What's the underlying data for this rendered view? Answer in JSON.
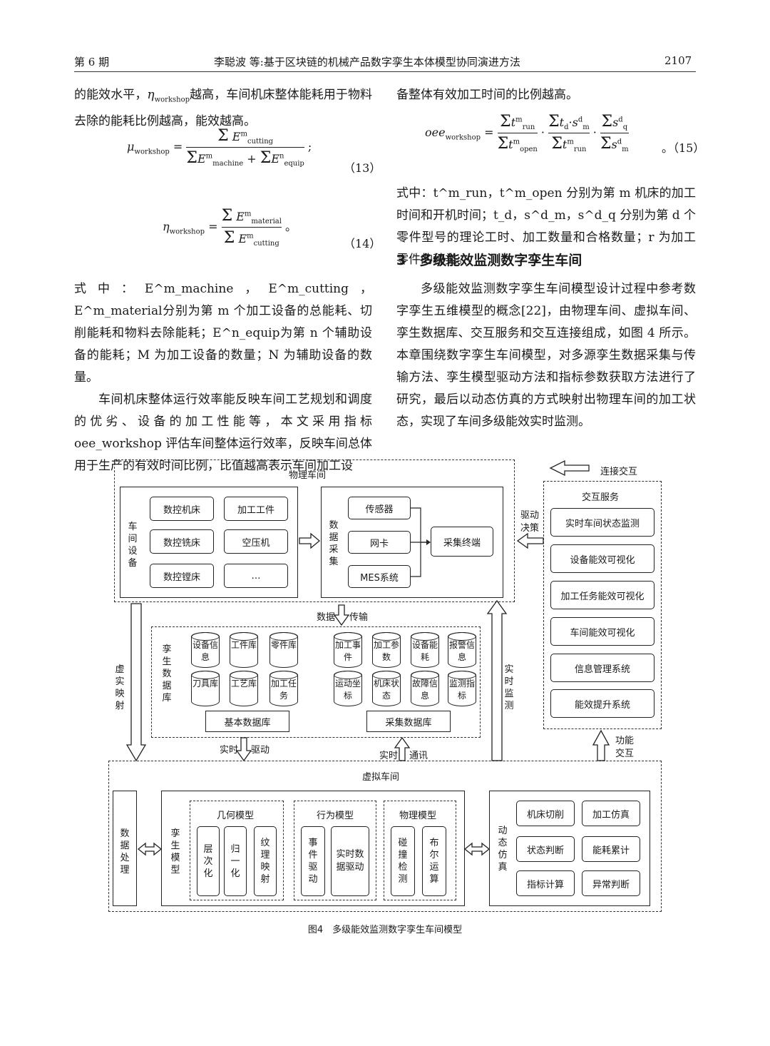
{
  "header": {
    "issue": "第 6 期",
    "title": "李聪波 等:基于区块链的机械产品数字孪生本体模型协同演进方法",
    "page": "2107"
  },
  "left_col": {
    "p1a": "的能效水平，",
    "p1b": "越高，车间机床整体能耗用于物料去除的能耗比例越高，能效越高。",
    "eq13_num": "（13）",
    "eq14_num": "（14）",
    "p2": "式中：E^m_machine，E^m_cutting，E^m_material分别为第 m 个加工设备的总能耗、切削能耗和物料去除能耗；E^n_equip为第 n 个辅助设备的能耗；M 为加工设备的数量；N 为辅助设备的数量。",
    "p3": "车间机床整体运行效率能反映车间工艺规划和调度的优劣、设备的加工性能等，本文采用指标 oee_workshop 评估车间整体运行效率，反映车间总体用于生产的有效时间比例，比值越高表示车间加工设"
  },
  "right_col": {
    "p1": "备整体有效加工时间的比例越高。",
    "eq15_num": "。（15）",
    "p2": "式中：t^m_run，t^m_open 分别为第 m 机床的加工时间和开机时间；t_d，s^d_m，s^d_q 分别为第 d 个零件型号的理论工时、加工数量和合格数量；r 为加工零件的种类。",
    "section_title": "3　多级能效监测数字孪生车间",
    "p3": "多级能效监测数字孪生车间模型设计过程中参考数字孪生五维模型的概念[22]，由物理车间、虚拟车间、孪生数据库、交互服务和交互连接组成，如图 4 所示。本章围绕数字孪生车间模型，对多源孪生数据采集与传输方法、孪生模型驱动方法和指标参数获取方法进行了研究，最后以动态仿真的方式映射出物理车间的加工状态，实现了车间多级能效实时监测。"
  },
  "figure": {
    "physical": "物理车间",
    "workshop_equip": "车间设备",
    "equip": [
      "数控机床",
      "加工工件",
      "数控铣床",
      "空压机",
      "数控镗床",
      "…"
    ],
    "data_collect": "数据采集",
    "collect_items": [
      "传感器",
      "网卡",
      "MES系统"
    ],
    "collect_terminal": "采集终端",
    "connect": "连接交互",
    "drive": "驱动决策",
    "service": "交互服务",
    "service_items": [
      "实时车间状态监测",
      "设备能效可视化",
      "加工任务能效可视化",
      "车间能效可视化",
      "信息管理系统",
      "能效提升系统"
    ],
    "data_transfer_a": "数据",
    "data_transfer_b": "传输",
    "virtual_map": "虚实映射",
    "realtime_monitor": "实时监测",
    "twin_db": "孪生数据库",
    "base_db_items": [
      "设备信息",
      "工件库",
      "零件库",
      "刀具库",
      "工艺库",
      "加工任务"
    ],
    "collect_db_items": [
      "加工事件",
      "加工参数",
      "设备能耗",
      "报警信息",
      "运动坐标",
      "机床状态",
      "故障信息",
      "监测指标"
    ],
    "base_db": "基本数据库",
    "collect_db": "采集数据库",
    "rt_drive_a": "实时",
    "rt_drive_b": "驱动",
    "rt_comm_a": "实时",
    "rt_comm_b": "通讯",
    "func_interact": "功能交互",
    "virtual": "虚拟车间",
    "data_proc": "数据处理",
    "twin_model": "孪生模型",
    "geo_model": "几何模型",
    "geo_items": [
      "层次化",
      "归一化",
      "纹理映射"
    ],
    "beh_model": "行为模型",
    "beh_items": [
      "事件驱动",
      "实时数据驱动"
    ],
    "phy_model": "物理模型",
    "phy_items": [
      "碰撞检测",
      "布尔运算"
    ],
    "dyn_sim": "动态仿真",
    "sim_items": [
      "机床切削",
      "加工仿真",
      "状态判断",
      "能耗累计",
      "指标计算",
      "异常判断"
    ],
    "caption": "图4　多级能效监测数字孪生车间模型"
  }
}
